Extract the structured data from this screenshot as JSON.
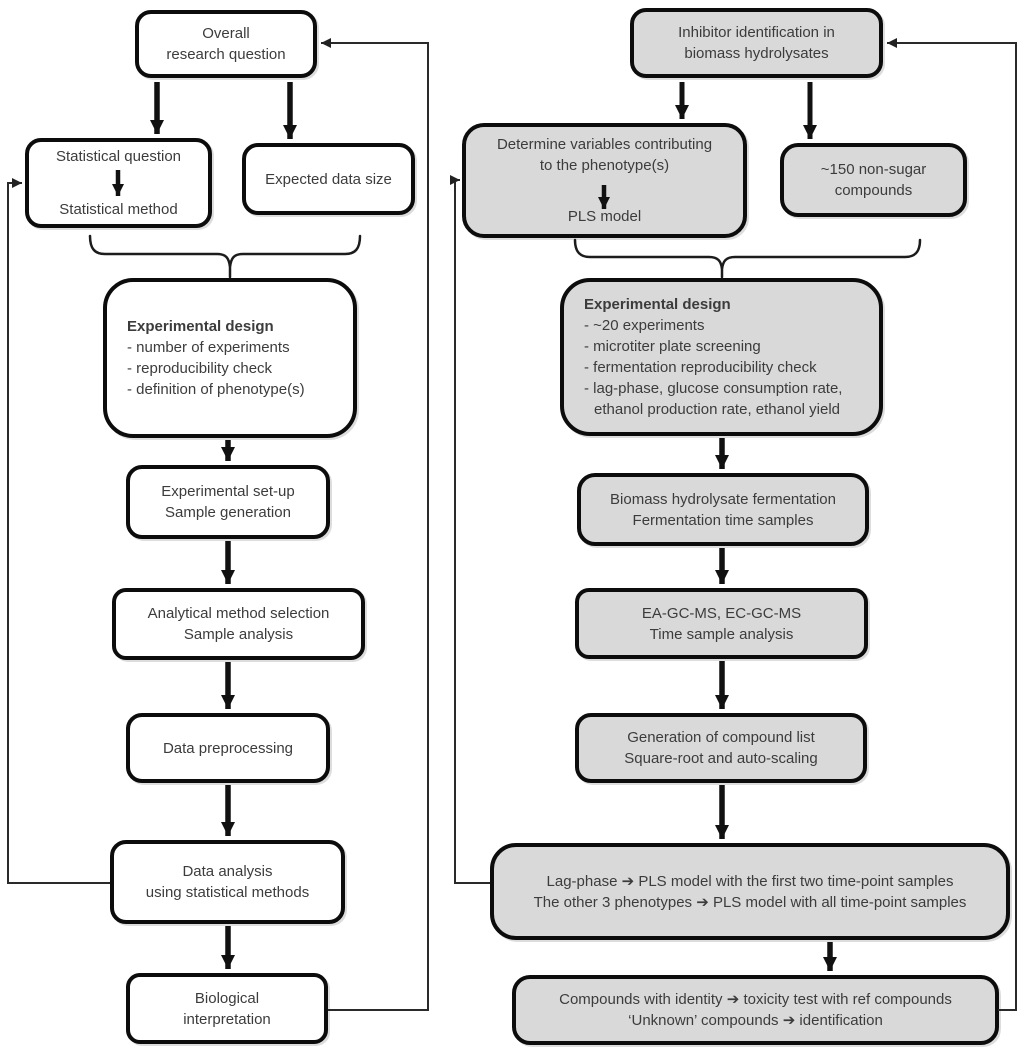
{
  "colors": {
    "box_gray": "#d9d9d9",
    "box_white": "#ffffff",
    "border": "#0c0c0c",
    "text": "#3c3c3c",
    "line": "#1a1a1a"
  },
  "left": {
    "overall": {
      "l1": "Overall",
      "l2": "research question"
    },
    "statistical": {
      "l1": "Statistical question",
      "l2": "Statistical method"
    },
    "expected": {
      "l1": "Expected data size"
    },
    "design": {
      "title": "Experimental design",
      "b1": "- number of experiments",
      "b2": "- reproducibility check",
      "b3": "- definition of phenotype(s)"
    },
    "setup": {
      "l1": "Experimental set-up",
      "l2": "Sample generation"
    },
    "analytical": {
      "l1": "Analytical method selection",
      "l2": "Sample analysis"
    },
    "preprocessing": {
      "l1": "Data preprocessing"
    },
    "analysis": {
      "l1": "Data analysis",
      "l2": "using statistical methods"
    },
    "biological": {
      "l1": "Biological",
      "l2": "interpretation"
    }
  },
  "right": {
    "inhibitor": {
      "l1": "Inhibitor identification in",
      "l2": "biomass hydrolysates"
    },
    "determine": {
      "l1": "Determine variables contributing",
      "l2": "to the phenotype(s)",
      "l3": "PLS model"
    },
    "nonsugar": {
      "l1": "~150 non-sugar",
      "l2": "compounds"
    },
    "design": {
      "title": "Experimental design",
      "b1": "- ~20 experiments",
      "b2": "- microtiter plate screening",
      "b3": "- fermentation reproducibility check",
      "b4": "- lag-phase, glucose consumption rate,",
      "b5": "ethanol production rate, ethanol yield"
    },
    "fermentation": {
      "l1": "Biomass hydrolysate fermentation",
      "l2": "Fermentation time samples"
    },
    "gcms": {
      "l1": "EA-GC-MS, EC-GC-MS",
      "l2": "Time sample analysis"
    },
    "compound_list": {
      "l1": "Generation of compound list",
      "l2": "Square-root and auto-scaling"
    },
    "pls": {
      "l1": "Lag-phase ➔ PLS model with the first two time-point samples",
      "l2": "The other 3 phenotypes ➔ PLS model with all time-point samples"
    },
    "toxicity": {
      "l1": "Compounds with identity ➔ toxicity test with ref compounds",
      "l2": "‘Unknown’ compounds ➔ identification"
    }
  }
}
